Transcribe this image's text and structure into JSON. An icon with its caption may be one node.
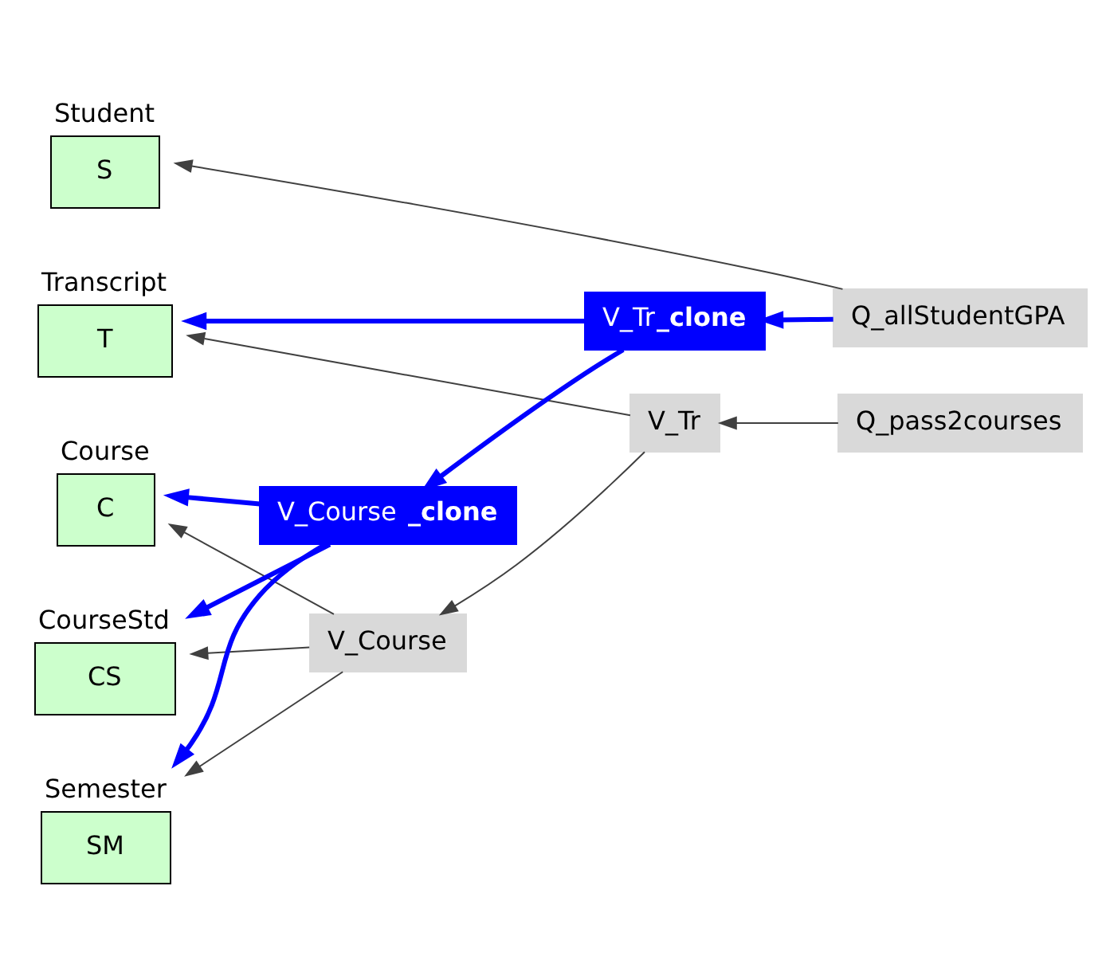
{
  "diagram": {
    "nodes": [
      {
        "text": [
          "Semester",
          "SM"
        ]
      },
      {
        "text": [
          "CourseStd",
          "CS"
        ]
      },
      {
        "text": [
          "Course",
          "C"
        ]
      },
      {
        "text": [
          "Transcript",
          "T"
        ]
      },
      {
        "text": [
          "Student",
          "S"
        ]
      },
      {
        "text": [
          "Q_pass2courses"
        ]
      },
      {
        "text": [
          "V_Course"
        ]
      },
      {
        "text": [
          "V_Tr"
        ]
      },
      {
        "text": [
          "V_Course **_clone**"
        ]
      },
      {
        "text": [
          "V_Tr**_clone**"
        ]
      },
      {
        "text": [
          "Q_allStudentGPA"
        ]
      }
    ],
    "edges": [
      {
        "from": 5,
        "to": 7,
        "arrow": "to"
      },
      {
        "from": 7,
        "to": 6,
        "arrow": "to"
      },
      {
        "from": 6,
        "to": 0,
        "arrow": "to"
      },
      {
        "from": 6,
        "to": 1,
        "arrow": "to"
      },
      {
        "from": 6,
        "to": 2,
        "arrow": "to"
      },
      {
        "from": 7,
        "to": 3,
        "arrow": "to"
      },
      {
        "from": 9,
        "to": 8,
        "arrow": "to",
        "style": "thick",
        "color": "#0000ff"
      },
      {
        "from": 8,
        "to": 0,
        "arrow": "to",
        "style": "thick",
        "color": "#0000ff"
      },
      {
        "from": 8,
        "to": 1,
        "arrow": "to",
        "style": "thick",
        "color": "#0000ff"
      },
      {
        "from": 8,
        "to": 2,
        "arrow": "to",
        "style": "thick",
        "color": "#0000ff"
      },
      {
        "from": 9,
        "to": 3,
        "arrow": "to",
        "style": "thick",
        "color": "#0000ff"
      },
      {
        "from": 10,
        "to": 9,
        "arrow": "to",
        "style": "thick",
        "color": "#0000ff"
      },
      {
        "from": 10,
        "to": 4,
        "arrow": "to"
      }
    ]
  }
}
